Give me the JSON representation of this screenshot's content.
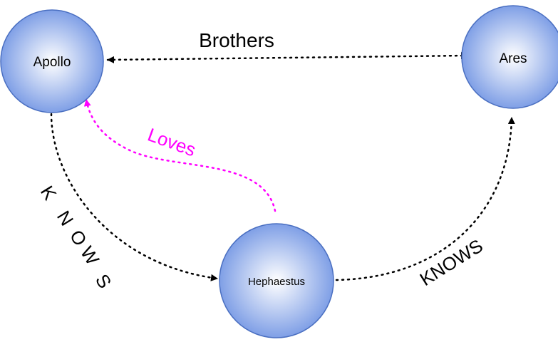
{
  "nodes": {
    "apollo": {
      "label": "Apollo"
    },
    "ares": {
      "label": "Ares"
    },
    "hephaestus": {
      "label": "Hephaestus"
    }
  },
  "edges": {
    "brothers": {
      "label": "Brothers",
      "color": "#000000"
    },
    "loves": {
      "label": "Loves",
      "color": "#ff00ff"
    },
    "knows_left": {
      "label": "KNOWS",
      "letters": [
        "K",
        "N",
        "O",
        "W",
        "S"
      ],
      "color": "#000000"
    },
    "knows_right": {
      "label": "KNOWS",
      "color": "#000000"
    }
  },
  "colors": {
    "node_fill_center": "#ffffff",
    "node_fill_edge": "#7f9fe6",
    "node_stroke": "#4a6fc1"
  }
}
